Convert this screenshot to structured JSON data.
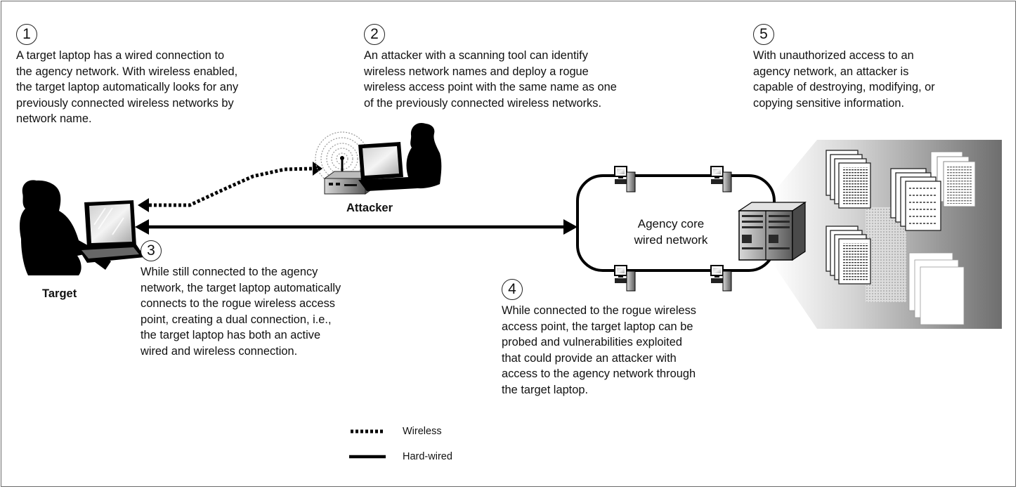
{
  "steps": [
    {
      "num": "1",
      "text": "A target laptop has a wired connection to\nthe agency network. With wireless enabled,\nthe target laptop automatically looks for any\npreviously connected wireless networks by\nnetwork name."
    },
    {
      "num": "2",
      "text": "An attacker with a scanning tool can identify\nwireless network names and deploy a rogue\nwireless access point with the same name as one\nof the previously connected wireless networks."
    },
    {
      "num": "3",
      "text": "While still connected to the agency\nnetwork, the target laptop automatically\nconnects to the rogue wireless access\npoint, creating a dual connection, i.e.,\nthe target laptop has both an active\nwired and wireless connection."
    },
    {
      "num": "4",
      "text": "While connected to the rogue wireless\naccess point, the target laptop can be\nprobed and vulnerabilities exploited\nthat could provide an attacker with\naccess to the agency network through\nthe target laptop."
    },
    {
      "num": "5",
      "text": "With unauthorized access to an\nagency network, an attacker is\ncapable of destroying, modifying, or\ncopying sensitive information."
    }
  ],
  "labels": {
    "target": "Target",
    "attacker": "Attacker",
    "network": "Agency core\nwired network"
  },
  "legend": {
    "wireless": "Wireless",
    "hardwired": "Hard-wired"
  }
}
